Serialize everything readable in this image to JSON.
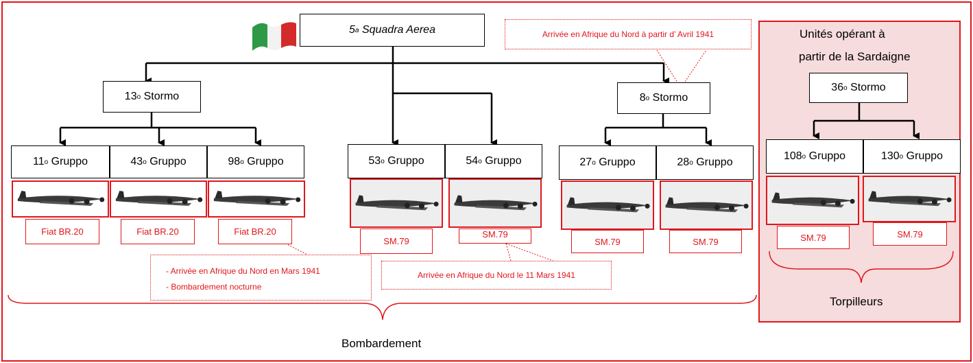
{
  "headquarters": {
    "number": "5",
    "sup": "a",
    "name": "Squadra  Aerea"
  },
  "stormi": [
    {
      "number": "13",
      "sup": "o",
      "name": "Stormo"
    },
    {
      "number": "8",
      "sup": "o",
      "name": "Stormo"
    },
    {
      "number": "36",
      "sup": "o",
      "name": "Stormo"
    }
  ],
  "gruppi": [
    {
      "number": "11",
      "sup": "o",
      "name": "Gruppo",
      "aircraft": "Fiat BR.20"
    },
    {
      "number": "43",
      "sup": "o",
      "name": "Gruppo",
      "aircraft": "Fiat BR.20"
    },
    {
      "number": "98",
      "sup": "o",
      "name": "Gruppo",
      "aircraft": "Fiat BR.20"
    },
    {
      "number": "53",
      "sup": "o",
      "name": "Gruppo",
      "aircraft": "SM.79"
    },
    {
      "number": "54",
      "sup": "o",
      "name": "Gruppo",
      "aircraft": "SM.79"
    },
    {
      "number": "27",
      "sup": "o",
      "name": "Gruppo",
      "aircraft": "SM.79"
    },
    {
      "number": "28",
      "sup": "o",
      "name": "Gruppo",
      "aircraft": "SM.79"
    },
    {
      "number": "108",
      "sup": "o",
      "name": "Gruppo",
      "aircraft": "SM.79"
    },
    {
      "number": "130",
      "sup": "o",
      "name": "Gruppo",
      "aircraft": "SM.79"
    }
  ],
  "notes": {
    "april": "Arrivée en Afrique du Nord à partir d’ Avril  1941",
    "march_line1": "- Arrivée en Afrique du Nord en Mars 1941",
    "march_line2": "- Bombardement nocturne",
    "march11": "Arrivée en Afrique du Nord le 11 Mars 1941"
  },
  "sardinia": {
    "line1": "Unités opérant à",
    "line2": "partir de la Sardaigne"
  },
  "groups": {
    "bombers": "Bombardement",
    "torpedo": "Torpilleurs"
  },
  "colors": {
    "accent": "#e0161c",
    "panel": "#f6dcdc",
    "flag_green": "#2e9a48",
    "flag_red": "#d42a2a"
  }
}
